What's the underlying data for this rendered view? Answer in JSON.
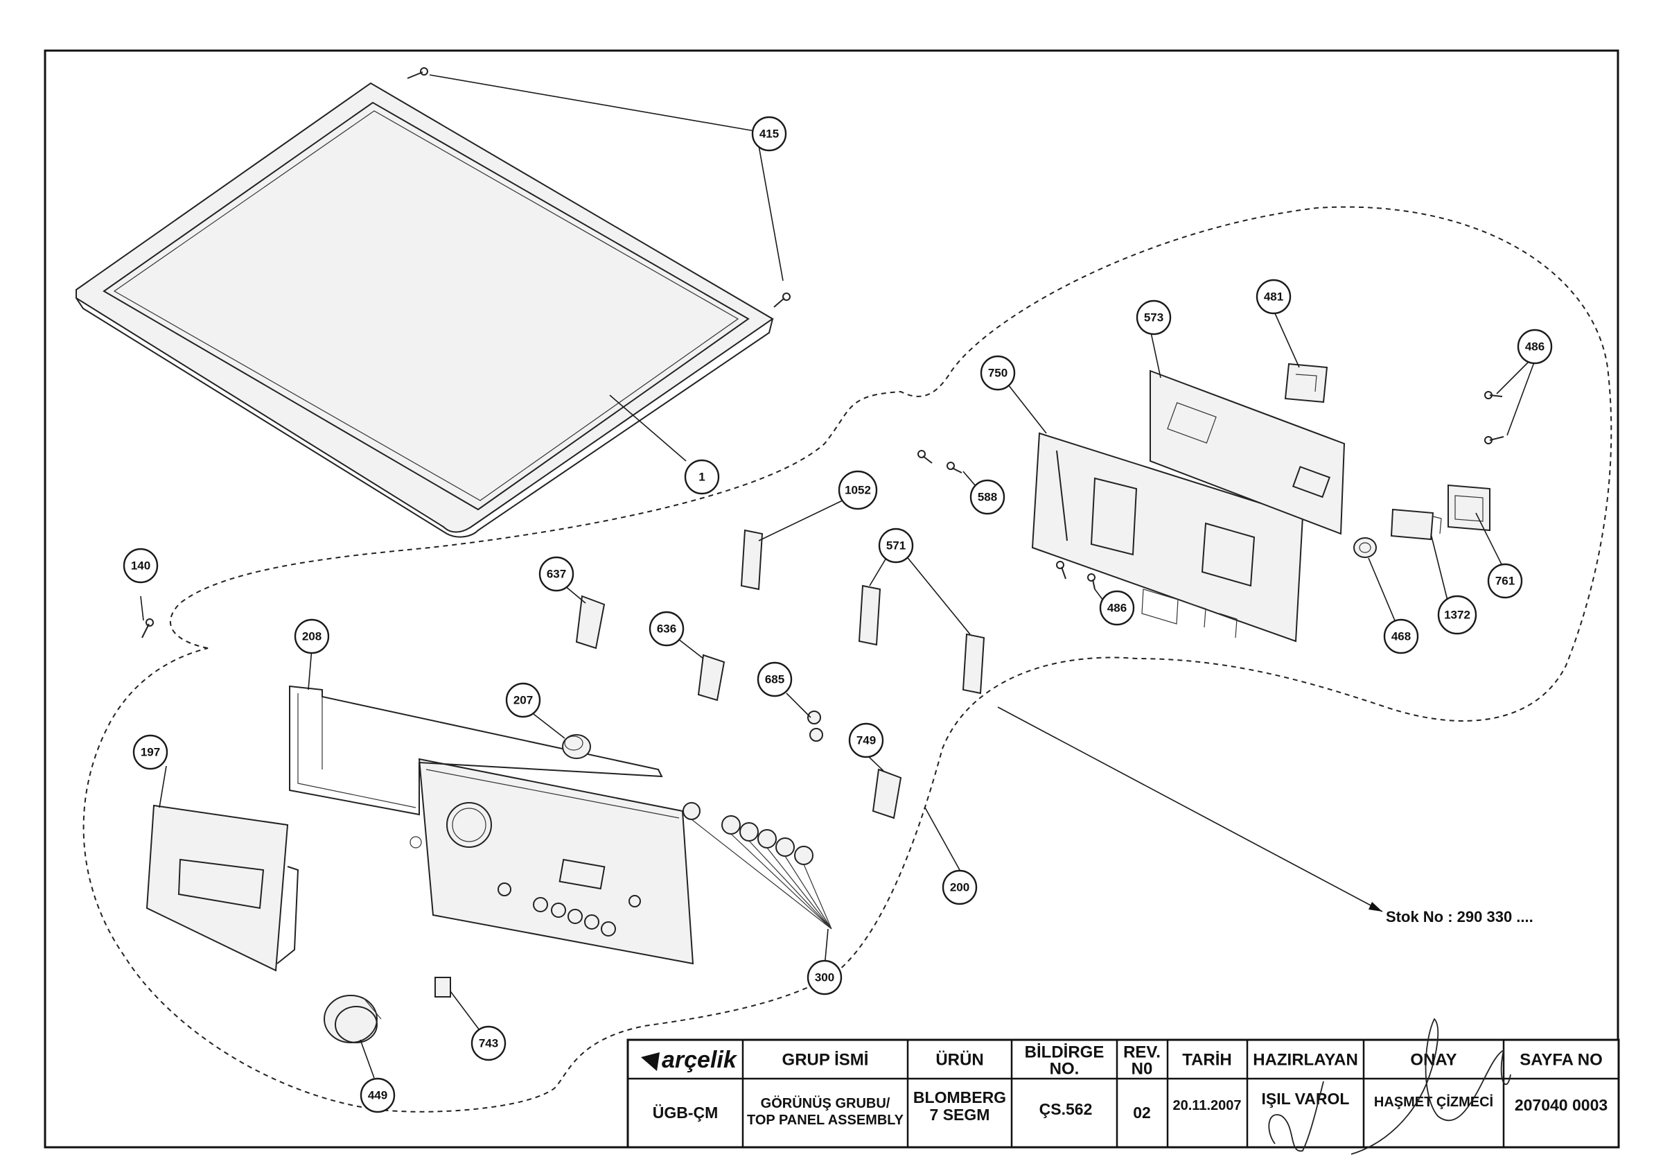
{
  "callouts": [
    {
      "label": "415"
    },
    {
      "label": "1"
    },
    {
      "label": "140"
    },
    {
      "label": "1052"
    },
    {
      "label": "573"
    },
    {
      "label": "481"
    },
    {
      "label": "486"
    },
    {
      "label": "750"
    },
    {
      "label": "588"
    },
    {
      "label": "637"
    },
    {
      "label": "571"
    },
    {
      "label": "486"
    },
    {
      "label": "761"
    },
    {
      "label": "1372"
    },
    {
      "label": "468"
    },
    {
      "label": "636"
    },
    {
      "label": "208"
    },
    {
      "label": "685"
    },
    {
      "label": "207"
    },
    {
      "label": "749"
    },
    {
      "label": "197"
    },
    {
      "label": "200"
    },
    {
      "label": "300"
    },
    {
      "label": "743"
    },
    {
      "label": "449"
    }
  ],
  "stock_number": "Stok No : 290 330 ....",
  "title_block": {
    "brand": "arçelik",
    "headers": {
      "group_name": "GRUP İSMİ",
      "product": "ÜRÜN",
      "bildirge_line1": "BİLDİRGE",
      "bildirge_line2": "NO.",
      "rev_line1": "REV.",
      "rev_line2": "N0",
      "date": "TARİH",
      "prepared_by": "HAZIRLAYAN",
      "approval": "ONAY",
      "page_no": "SAYFA NO"
    },
    "values": {
      "department": "ÜGB-ÇM",
      "group_line1": "GÖRÜNÜŞ GRUBU/",
      "group_line2": "TOP PANEL ASSEMBLY",
      "product_line1": "BLOMBERG",
      "product_line2": "7 SEGM",
      "bildirge_no": "ÇS.562",
      "rev_no": "02",
      "date": "20.11.2007",
      "prepared_by": "IŞIL VAROL",
      "approved_by": "HAŞMET ÇİZMECİ",
      "page_no": "207040 0003"
    }
  }
}
